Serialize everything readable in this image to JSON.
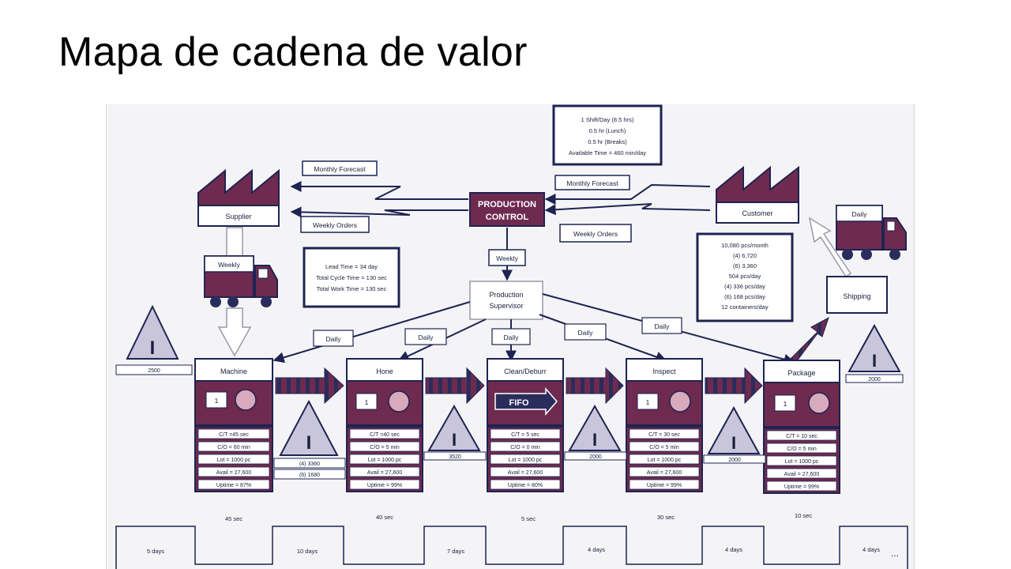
{
  "slide": {
    "title": "Mapa de cadena de valor"
  },
  "colors": {
    "maroon": "#6e2b4f",
    "navy": "#1e2352",
    "lilac": "#c9c6dc",
    "pink": "#d9a9bc"
  },
  "shift_info": [
    "1 Shift/Day (8.5 hrs)",
    "0.5 hr (Lunch)",
    "0.5 hr (Breaks)",
    "Available Time = 460 min/day"
  ],
  "production_control": {
    "line1": "PRODUCTION",
    "line2": "CONTROL"
  },
  "supplier": {
    "label": "Supplier"
  },
  "customer": {
    "label": "Customer"
  },
  "flows": {
    "monthly_forecast_left": "Monthly Forecast",
    "weekly_orders_left": "Weekly Orders",
    "monthly_forecast_right": "Monthly Forecast",
    "weekly_orders_right": "Weekly Orders",
    "weekly_down": "Weekly"
  },
  "trucks": {
    "supplier_truck": "Weekly",
    "customer_truck": "Daily"
  },
  "summary": [
    "Lead Time = 34 day",
    "Total Cycle Time = 130 sec",
    "Total Work Time = 130 sec"
  ],
  "demand": [
    "10,080 pcs/month",
    "(4) 6,720",
    "(6) 3,360",
    "504 pcs/day",
    "(4) 336 pcs/day",
    "(6) 168 pcs/day",
    "12 containers/day"
  ],
  "supervisor": {
    "line1": "Production",
    "line2": "Supervisor"
  },
  "shipping": {
    "label": "Shipping"
  },
  "daily_labels": [
    "Daily",
    "Daily",
    "Daily",
    "Daily",
    "Daily"
  ],
  "fifo_label": "FIFO",
  "operator_count": "1",
  "processes": [
    {
      "name": "Machine",
      "rows": [
        "C/T =45 sec",
        "C/O = 60 min",
        "Lot = 1000 pc",
        "Avail = 27,600",
        "Uptime = 87%"
      ]
    },
    {
      "name": "Hone",
      "rows": [
        "C/T =40 sec",
        "C/O = 5 min",
        "Lot = 1000 pc",
        "Avail = 27,600",
        "Uptime = 99%"
      ]
    },
    {
      "name": "Clean/Deburr",
      "rows": [
        "C/T = 5 sec",
        "C/O = 0 min",
        "Lot = 1000 pc",
        "Avail = 27,600",
        "Uptime = 80%"
      ]
    },
    {
      "name": "Inspect",
      "rows": [
        "C/T = 30 sec",
        "C/O = 5 min",
        "Lot = 1000 pc",
        "Avail = 27,600",
        "Uptime = 99%"
      ]
    },
    {
      "name": "Package",
      "rows": [
        "C/T = 10 sec",
        "C/O = 5 min",
        "Lot = 1000 pc",
        "Avail = 27,600",
        "Uptime = 99%"
      ]
    }
  ],
  "inventory_symbol": "I",
  "inventories": {
    "raw": "2500",
    "between_1_2": [
      "(4) 3360",
      "(6) 1680"
    ],
    "between_2_3": "3520",
    "between_3_4": "2000",
    "between_4_5": "2000",
    "finished": "2000"
  },
  "timeline": {
    "cycle_times": [
      "45 sec",
      "40 sec",
      "5 sec",
      "30 sec",
      "10 sec"
    ],
    "days": [
      "5 days",
      "10 days",
      "7 days",
      "4 days",
      "4 days",
      "4 days"
    ],
    "ellipsis": "..."
  }
}
